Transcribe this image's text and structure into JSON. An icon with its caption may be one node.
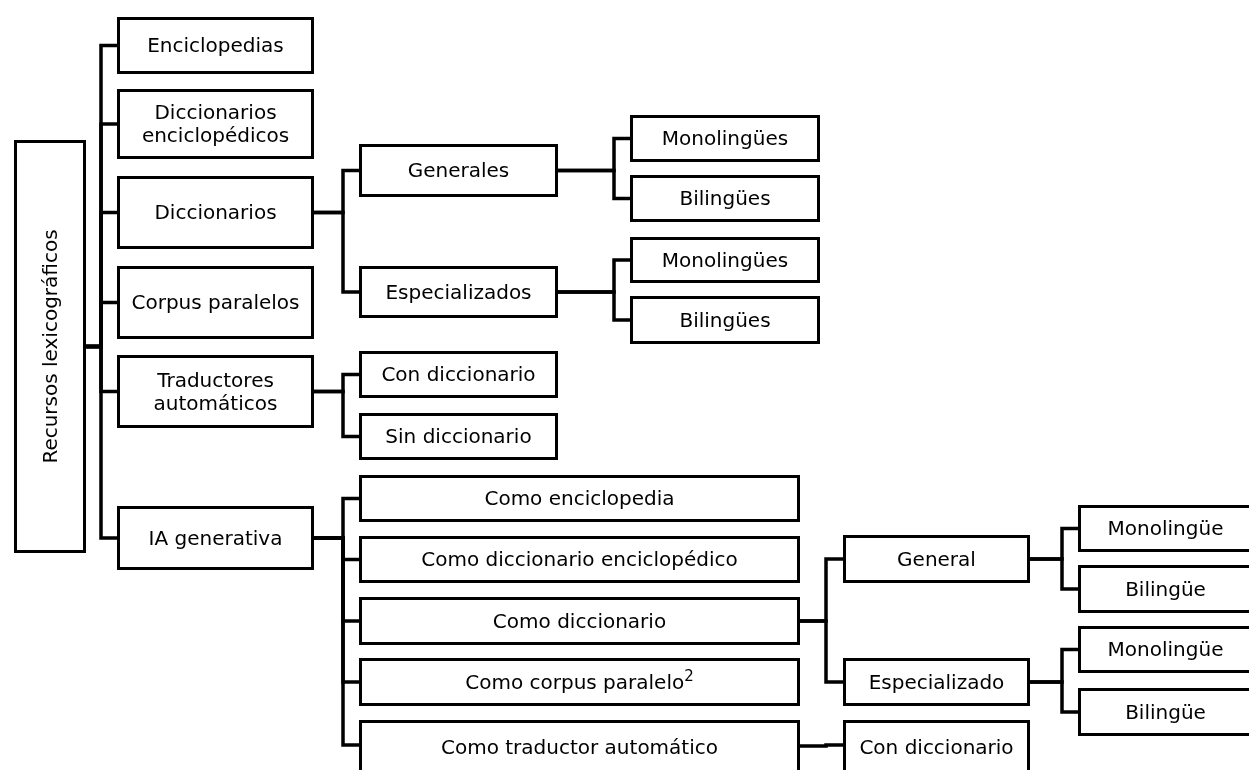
{
  "diagram": {
    "nodes": [
      {
        "text": [
          "Recursos lexicográficos"
        ]
      },
      {
        "text": [
          "Enciclopedias"
        ]
      },
      {
        "text": [
          "Diccionarios enciclopédicos"
        ]
      },
      {
        "text": [
          "Diccionarios"
        ]
      },
      {
        "text": [
          "Corpus paralelos"
        ]
      },
      {
        "text": [
          "Traductores automáticos"
        ]
      },
      {
        "text": [
          "IA generativa"
        ]
      },
      {
        "text": [
          "Generales"
        ]
      },
      {
        "text": [
          "Especializados"
        ]
      },
      {
        "text": [
          "Monolingües"
        ]
      },
      {
        "text": [
          "Bilingües"
        ]
      },
      {
        "text": [
          "Monolingües"
        ]
      },
      {
        "text": [
          "Bilingües"
        ]
      },
      {
        "text": [
          "Con diccionario"
        ]
      },
      {
        "text": [
          "Sin diccionario"
        ]
      },
      {
        "text": [
          "Como enciclopedia"
        ]
      },
      {
        "text": [
          "Como diccionario enciclopédico"
        ]
      },
      {
        "text": [
          "Como diccionario"
        ]
      },
      {
        "text": [
          "Como corpus paralelo$^{2}$"
        ]
      },
      {
        "text": [
          "Como traductor automático"
        ]
      },
      {
        "text": [
          "General"
        ]
      },
      {
        "text": [
          "Especializado"
        ]
      },
      {
        "text": [
          "Monolingüe"
        ]
      },
      {
        "text": [
          "Bilingüe"
        ]
      },
      {
        "text": [
          "Monolingüe"
        ]
      },
      {
        "text": [
          "Bilingüe"
        ]
      },
      {
        "text": [
          "Con diccionario"
        ]
      }
    ],
    "edges": [
      {
        "from": 0,
        "to": 1,
        "arrow": "none"
      },
      {
        "from": 0,
        "to": 2,
        "arrow": "none"
      },
      {
        "from": 0,
        "to": 3,
        "arrow": "none"
      },
      {
        "from": 0,
        "to": 4,
        "arrow": "none"
      },
      {
        "from": 0,
        "to": 5,
        "arrow": "none"
      },
      {
        "from": 0,
        "to": 6,
        "arrow": "none"
      },
      {
        "from": 3,
        "to": 7,
        "arrow": "none"
      },
      {
        "from": 3,
        "to": 8,
        "arrow": "none"
      },
      {
        "from": 7,
        "to": 9,
        "arrow": "none"
      },
      {
        "from": 7,
        "to": 10,
        "arrow": "none"
      },
      {
        "from": 8,
        "to": 11,
        "arrow": "none"
      },
      {
        "from": 8,
        "to": 12,
        "arrow": "none"
      },
      {
        "from": 5,
        "to": 13,
        "arrow": "none"
      },
      {
        "from": 5,
        "to": 14,
        "arrow": "none"
      },
      {
        "from": 6,
        "to": 15,
        "arrow": "none"
      },
      {
        "from": 6,
        "to": 16,
        "arrow": "none"
      },
      {
        "from": 6,
        "to": 17,
        "arrow": "none"
      },
      {
        "from": 6,
        "to": 18,
        "arrow": "none"
      },
      {
        "from": 6,
        "to": 19,
        "arrow": "none"
      },
      {
        "from": 17,
        "to": 20,
        "arrow": "none"
      },
      {
        "from": 17,
        "to": 21,
        "arrow": "none"
      },
      {
        "from": 20,
        "to": 22,
        "arrow": "none"
      },
      {
        "from": 20,
        "to": 23,
        "arrow": "none"
      },
      {
        "from": 21,
        "to": 24,
        "arrow": "none"
      },
      {
        "from": 21,
        "to": 25,
        "arrow": "none"
      },
      {
        "from": 19,
        "to": 26,
        "arrow": "none"
      }
    ]
  }
}
